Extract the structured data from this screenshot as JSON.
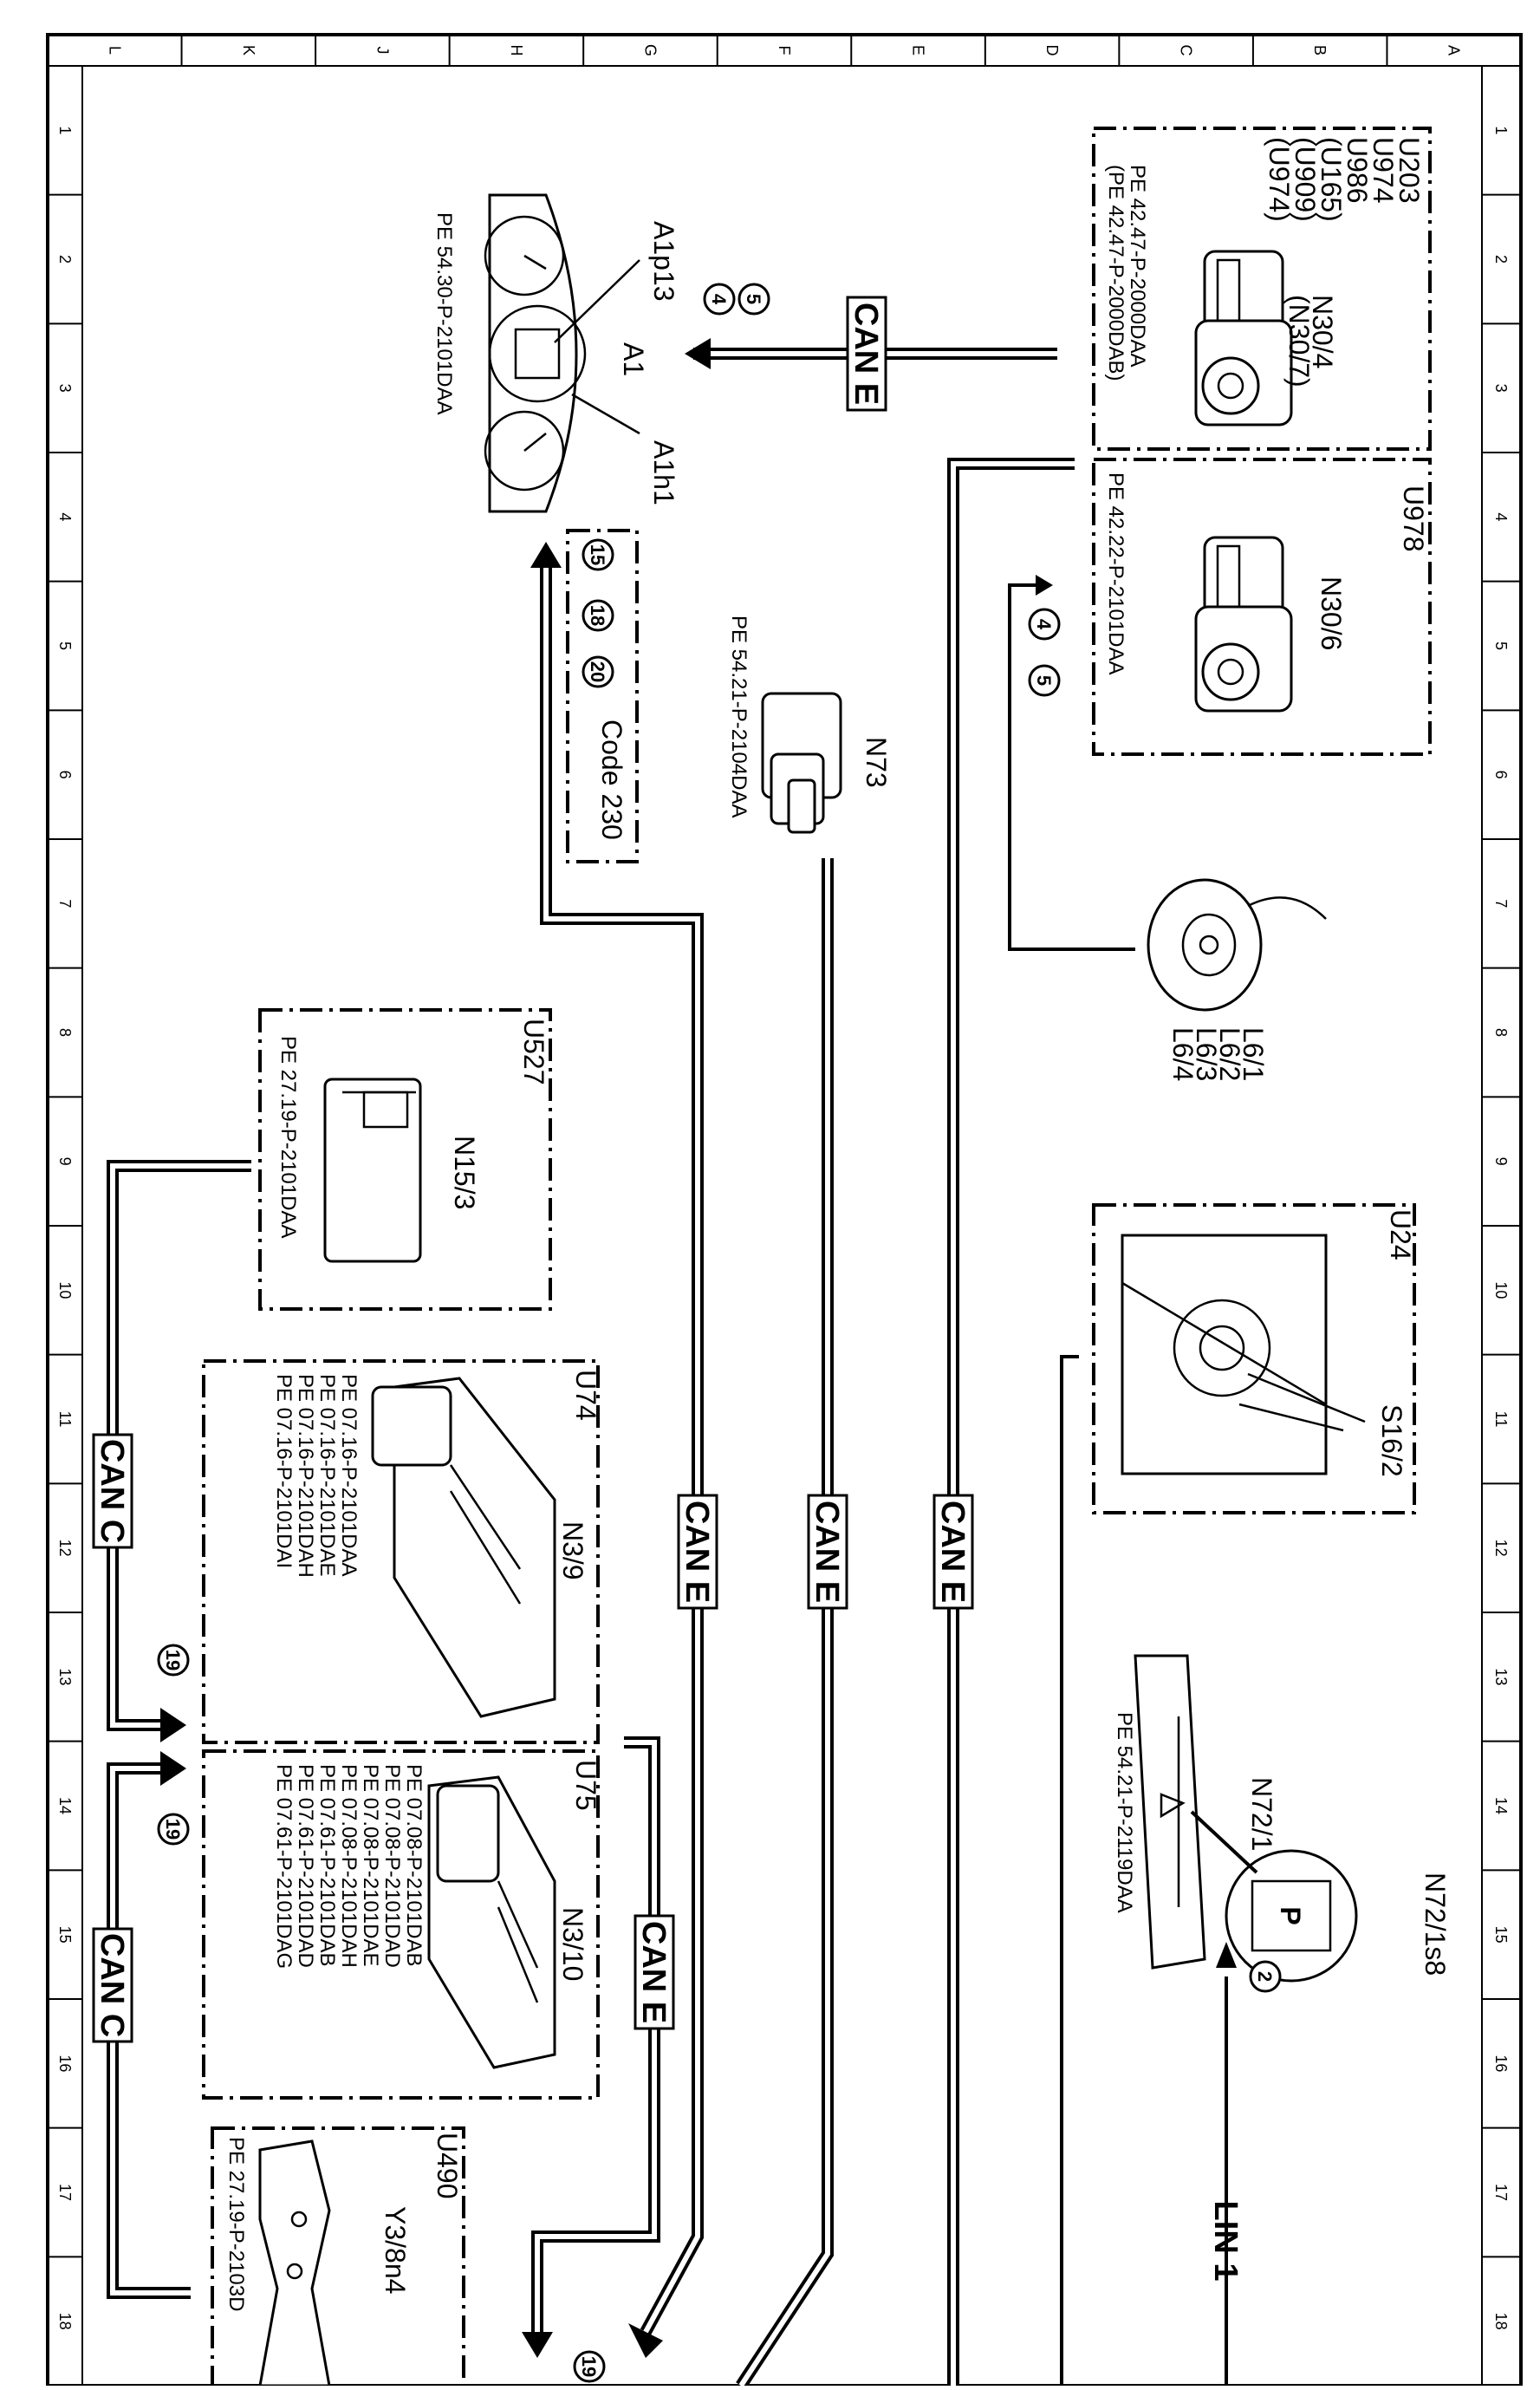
{
  "grid": {
    "letters": [
      "A",
      "B",
      "C",
      "D",
      "E",
      "F",
      "G",
      "H",
      "J",
      "K",
      "L"
    ],
    "numbers": [
      "1",
      "2",
      "3",
      "4",
      "5",
      "6",
      "7",
      "8",
      "9",
      "10",
      "11",
      "12",
      "13",
      "14",
      "15",
      "16",
      "17",
      "18"
    ]
  },
  "modules": {
    "u203": {
      "variants": [
        "U203",
        "U974",
        "U986",
        "(U165)",
        "(U909)",
        "(U974)"
      ],
      "component": "N30/4",
      "component_alt": "(N30/7)",
      "refs": [
        "PE 42.47-P-2000DAA",
        "(PE 42.47-P-2000DAB)"
      ]
    },
    "u978": {
      "variant": "U978",
      "component": "N30/6",
      "refs": [
        "PE 42.22-P-2101DAA"
      ]
    },
    "instrument": {
      "component": "A1",
      "gauge_left": "A1p13",
      "gauge_right": "A1h1",
      "refs": [
        "PE 54.30-P-2101DAA"
      ],
      "callouts": [
        "5",
        "4"
      ]
    },
    "code230": {
      "callouts": [
        "15",
        "18",
        "20"
      ],
      "label": "Code 230"
    },
    "n73": {
      "component": "N73",
      "refs": [
        "PE 54.21-P-2104DAA"
      ]
    },
    "wheel": {
      "labels": [
        "L6/1",
        "L6/2",
        "L6/3",
        "L6/4"
      ]
    },
    "wheel_callouts": [
      "4",
      "5"
    ],
    "u527": {
      "variant": "U527",
      "component": "N15/3",
      "refs": [
        "PE 27.19-P-2101DAA"
      ]
    },
    "u24": {
      "variant": "U24",
      "component": "S16/2"
    },
    "u74": {
      "variant": "U74",
      "component": "N3/9",
      "refs": [
        "PE 07.16-P-2101DAA",
        "PE 07.16-P-2101DAE",
        "PE 07.16-P-2101DAH",
        "PE 07.16-P-2101DAI"
      ]
    },
    "u75": {
      "variant": "U75",
      "component": "N3/10",
      "refs": [
        "PE 07.08-P-2101DAB",
        "PE 07.08-P-2101DAD",
        "PE 07.08-P-2101DAE",
        "PE 07.08-P-2101DAH",
        "PE 07.61-P-2101DAB",
        "PE 07.61-P-2101DAD",
        "PE 07.61-P-2101DAG"
      ]
    },
    "u490": {
      "variant": "U490",
      "component": "Y3/8n4",
      "refs": [
        "PE 27.19-P-2103D"
      ]
    },
    "n72": {
      "component": "N72/1",
      "switch": "N72/1s8",
      "switch_symbol": "P",
      "refs": [
        "PE 54.21-P-2119DAA"
      ],
      "callout": "2"
    }
  },
  "buses": {
    "can_e": "CAN E",
    "can_c": "CAN C",
    "lin_1": "LIN 1"
  },
  "callouts": {
    "c19": "19"
  }
}
